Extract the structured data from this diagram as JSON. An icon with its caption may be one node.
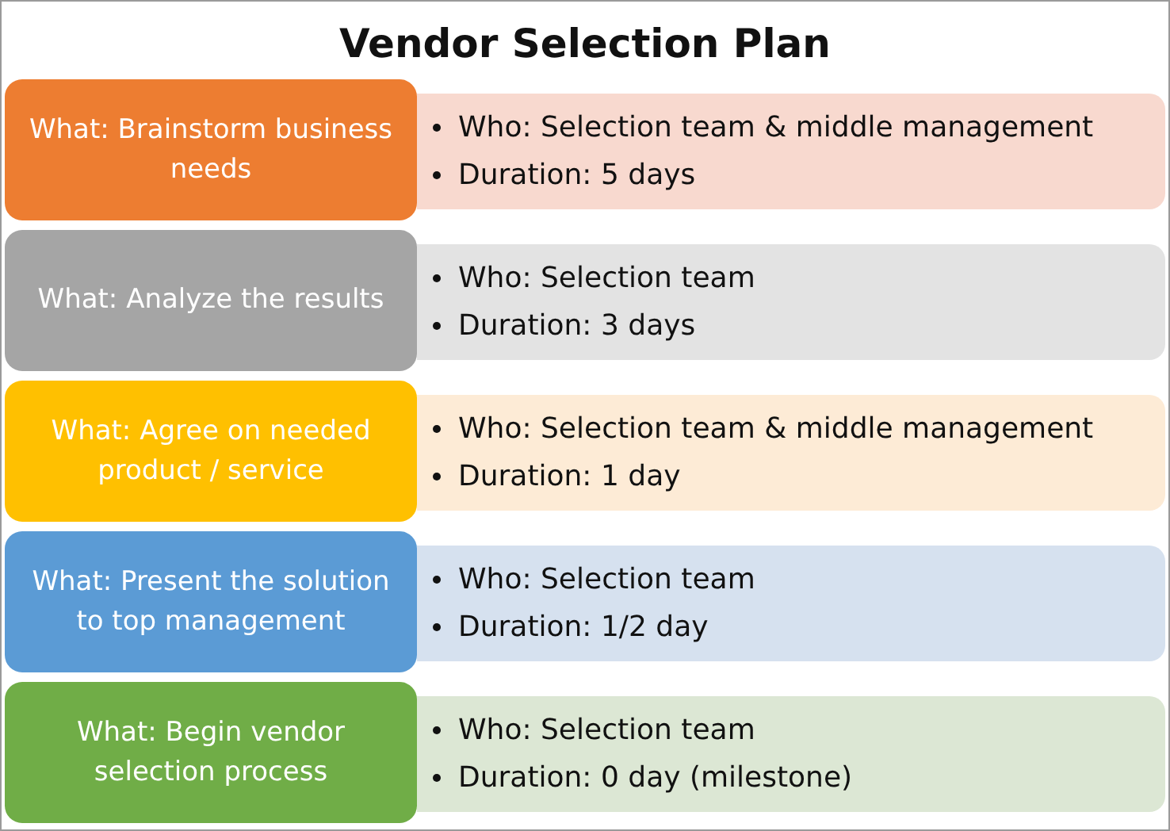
{
  "diagram": {
    "title": "Vendor Selection Plan",
    "nodes": [
      {
        "text": [
          "What: Brainstorm business needs"
        ]
      },
      {
        "text": [
          "Who: Selection team & middle management",
          "Duration: 5 days"
        ]
      },
      {
        "text": [
          "What: Analyze the results"
        ]
      },
      {
        "text": [
          "Who: Selection team",
          "Duration: 3 days"
        ]
      },
      {
        "text": [
          "What: Agree on needed product / service"
        ]
      },
      {
        "text": [
          "Who: Selection team & middle management",
          "Duration: 1 day"
        ]
      },
      {
        "text": [
          "What: Present the solution to top management"
        ]
      },
      {
        "text": [
          "Who: Selection team",
          "Duration: 1/2 day"
        ]
      },
      {
        "text": [
          "What: Begin vendor selection process"
        ]
      },
      {
        "text": [
          "Who: Selection team",
          "Duration: 0 day (milestone)"
        ]
      }
    ]
  }
}
